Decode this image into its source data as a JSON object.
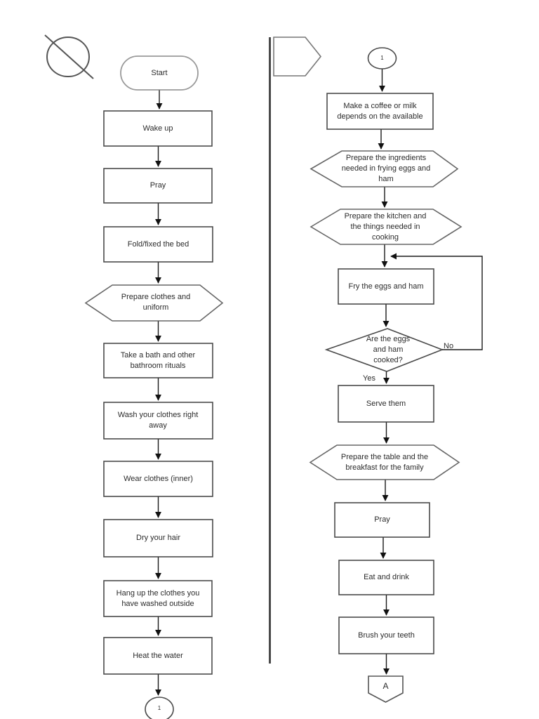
{
  "document": {
    "kind": "flowchart-page",
    "icons": {
      "top_left": "no-symbol-circle-slash-icon",
      "right_top": "offpage-connector-pentagon-icon"
    },
    "colors": {
      "page_background": "#ffffff",
      "shape_stroke": "#4a4a4a",
      "light_stroke": "#9a9a9a",
      "hexagon_stroke": "#666666",
      "arrow": "#1a1a1a",
      "divider": "#4a4a4a",
      "text": "#2b2b2b"
    }
  },
  "left_column": {
    "start_label": "Start",
    "steps": [
      {
        "type": "process",
        "label": "Wake up"
      },
      {
        "type": "process",
        "label": "Pray"
      },
      {
        "type": "process",
        "label": "Fold/fixed the bed"
      },
      {
        "type": "preparation",
        "label": "Prepare clothes and uniform"
      },
      {
        "type": "process",
        "label": "Take a bath and other bathroom rituals"
      },
      {
        "type": "process",
        "label": "Wash your clothes right away"
      },
      {
        "type": "process",
        "label": "Wear clothes (inner)"
      },
      {
        "type": "process",
        "label": "Dry your hair"
      },
      {
        "type": "process",
        "label": "Hang up the clothes you have washed outside"
      },
      {
        "type": "process",
        "label": "Heat the water"
      }
    ],
    "connector_label": "1"
  },
  "right_column": {
    "connector_label": "1",
    "steps": [
      {
        "type": "process",
        "label": "Make a coffee or milk depends on the available"
      },
      {
        "type": "preparation",
        "label": "Prepare the ingredients needed in frying eggs and ham"
      },
      {
        "type": "preparation",
        "label": "Prepare the kitchen and the things needed in cooking"
      },
      {
        "type": "process",
        "label": "Fry the eggs and ham"
      },
      {
        "type": "decision",
        "label": "Are the eggs and ham cooked?"
      },
      {
        "type": "process",
        "label": "Serve them"
      },
      {
        "type": "preparation",
        "label": "Prepare the table and the breakfast for the family"
      },
      {
        "type": "process",
        "label": "Pray"
      },
      {
        "type": "process",
        "label": "Eat and drink"
      },
      {
        "type": "process",
        "label": "Brush your teeth"
      }
    ],
    "decision_yes": "Yes",
    "decision_no": "No",
    "offpage_label": "A"
  }
}
